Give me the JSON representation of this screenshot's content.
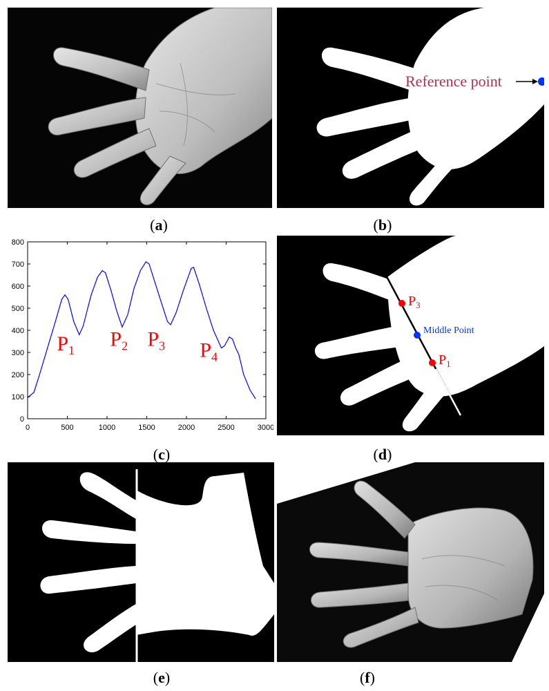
{
  "figure": {
    "panels": [
      {
        "id": "a",
        "caption": "a",
        "kind": "grayscale hand photograph"
      },
      {
        "id": "b",
        "caption": "b",
        "kind": "binary hand mask",
        "annotation": "Reference point"
      },
      {
        "id": "c",
        "caption": "c",
        "kind": "distance profile chart"
      },
      {
        "id": "d",
        "caption": "d",
        "kind": "binary hand mask with line",
        "labels": {
          "p3": "P",
          "p3_sub": "3",
          "middle": "Middle Point",
          "p1": "P",
          "p1_sub": "1"
        }
      },
      {
        "id": "e",
        "caption": "e",
        "kind": "cropped binary mask"
      },
      {
        "id": "f",
        "caption": "f",
        "kind": "rotated grayscale hand photograph"
      }
    ],
    "colors": {
      "background": "#000000",
      "mask": "#ffffff",
      "curve": "#0000ff",
      "peak_label": "#ff0000",
      "reference_label": "#b03050",
      "point_red": "#ff0000",
      "point_blue": "#0033ff"
    }
  },
  "chart_data": {
    "type": "line",
    "title": "",
    "xlabel": "",
    "ylabel": "",
    "xlim": [
      0,
      3000
    ],
    "ylim": [
      0,
      800
    ],
    "xticks": [
      0,
      500,
      1000,
      1500,
      2000,
      2500,
      3000
    ],
    "yticks": [
      0,
      100,
      200,
      300,
      400,
      500,
      600,
      700,
      800
    ],
    "series": [
      {
        "x": [
          0,
          80,
          150,
          250,
          350,
          430,
          470,
          510,
          580,
          650,
          700,
          800,
          880,
          940,
          980,
          1050,
          1120,
          1190,
          1260,
          1340,
          1420,
          1490,
          1530,
          1600,
          1680,
          1760,
          1800,
          1870,
          1960,
          2060,
          2090,
          2160,
          2250,
          2340,
          2440,
          2480,
          2540,
          2580,
          2620,
          2660,
          2720,
          2800,
          2870
        ],
        "values": [
          95,
          120,
          200,
          320,
          440,
          540,
          560,
          540,
          440,
          380,
          420,
          560,
          640,
          670,
          660,
          580,
          490,
          415,
          470,
          590,
          670,
          710,
          700,
          620,
          530,
          440,
          425,
          480,
          580,
          680,
          685,
          610,
          500,
          400,
          320,
          330,
          370,
          360,
          320,
          290,
          200,
          130,
          90
        ]
      }
    ],
    "annotations": [
      {
        "text": "P",
        "sub": "1",
        "x": 480,
        "y": 310
      },
      {
        "text": "P",
        "sub": "2",
        "x": 1150,
        "y": 330
      },
      {
        "text": "P",
        "sub": "3",
        "x": 1620,
        "y": 330
      },
      {
        "text": "P",
        "sub": "4",
        "x": 2280,
        "y": 280
      }
    ]
  }
}
